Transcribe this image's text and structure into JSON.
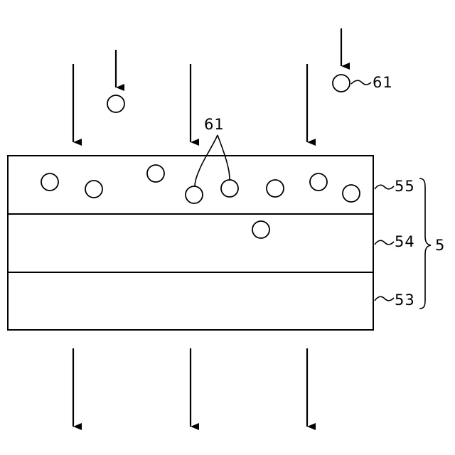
{
  "labels": {
    "particle_ref_top": "61",
    "particle_ref_mid": "61",
    "layer_top": "55",
    "layer_mid": "54",
    "layer_bottom": "53",
    "stack": "5"
  },
  "colors": {
    "line": "#000000",
    "background": "#ffffff"
  }
}
